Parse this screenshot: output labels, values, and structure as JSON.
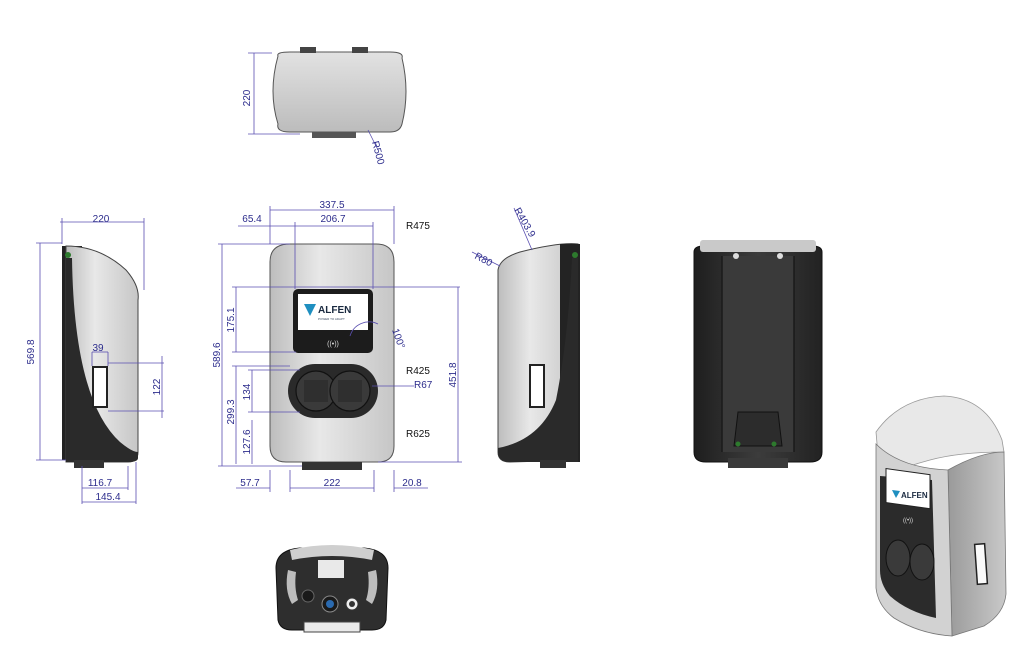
{
  "colors": {
    "dimension": "#5a4fb0",
    "dimension_text": "#2c2c8c",
    "body_light": "#dcdcdc",
    "body_dark": "#2b2b2b",
    "brand": "#1f8fc0"
  },
  "views": {
    "top": {
      "dims": {
        "depth": "220",
        "radius": "R500"
      }
    },
    "side_left": {
      "dims": {
        "depth_top": "220",
        "height": "569.8",
        "window_width": "39",
        "window_height": "122",
        "bottom_a": "116.7",
        "bottom_b": "145.4"
      }
    },
    "front": {
      "dims": {
        "width": "337.5",
        "offset_left": "65.4",
        "screen_width": "206.7",
        "height": "589.6",
        "upper": "175.1",
        "lower": "299.3",
        "socket": "134",
        "bottom": "127.6",
        "body_height": "451.8",
        "angle": "100°",
        "base_left": "57.7",
        "base_mid": "222",
        "base_right": "20.8"
      },
      "radii": {
        "r_top": "R475",
        "r_mid": "R425",
        "r_socket": "R67",
        "r_bottom": "R625"
      },
      "logo": {
        "brand": "ALFEN",
        "tagline": "POWER TO ADAPT",
        "rfid": "((•))"
      }
    },
    "side_right": {
      "radii": {
        "r_top": "R403.9",
        "r_corner": "R80"
      }
    },
    "iso": {
      "logo": {
        "brand": "ALFEN",
        "rfid": "((•))"
      }
    }
  }
}
